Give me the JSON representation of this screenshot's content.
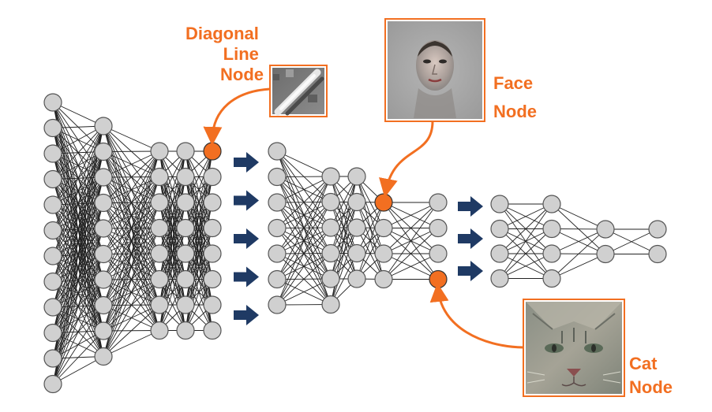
{
  "colors": {
    "accent": "#f26f21",
    "node_fill": "#d0d0d0",
    "node_stroke": "#555555",
    "edge": "#222222",
    "arrow": "#1f3a64"
  },
  "labels": {
    "diagonal_line_node": [
      "Diagonal",
      "Line",
      "Node"
    ],
    "face_node": [
      "Face",
      "Node"
    ],
    "cat_node": [
      "Cat",
      "Node"
    ]
  },
  "network_a": {
    "layer_node_counts": [
      12,
      10,
      8,
      8,
      8
    ],
    "highlighted_node": "layer 5, node 1"
  },
  "network_b": {
    "layer_node_counts": [
      7,
      6,
      5,
      4,
      4
    ],
    "highlighted_nodes": [
      "layer 4, node 1",
      "layer 5, node 4"
    ]
  },
  "network_c": {
    "layer_node_counts": [
      4,
      4,
      2,
      2
    ]
  },
  "arrows": {
    "between_a_and_b": 5,
    "between_b_and_c": 3
  },
  "images": {
    "diagonal_line": "diagonal-line-feature-visualization",
    "face": "face-feature-visualization",
    "cat": "cat-face-feature-visualization"
  }
}
